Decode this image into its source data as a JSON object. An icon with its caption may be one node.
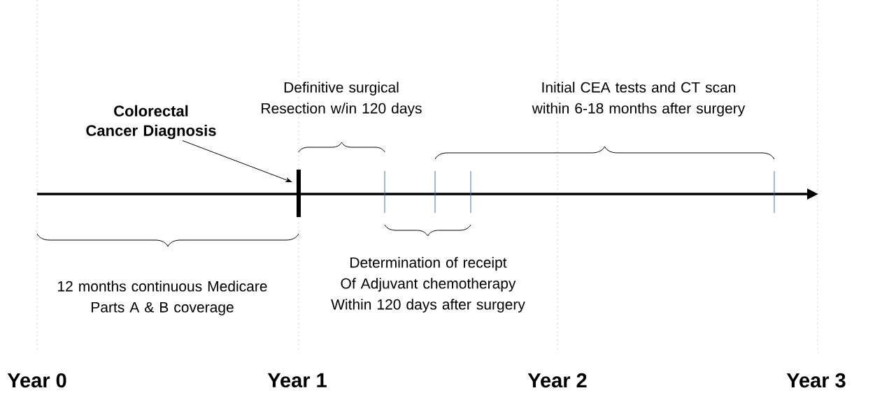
{
  "diagram": {
    "nodes": [
      {
        "text": [
          "**Colorectal Cancer Diagnosis**"
        ]
      },
      {
        "text": [],
        "shape": "bar"
      }
    ],
    "edges": [
      {
        "from": 0,
        "to": 1,
        "arrow": "to"
      }
    ],
    "labels": [
      "Definitive surgical Resection w/in 120 days",
      "Initial CEA tests and CT scan within 6-18 months after surgery",
      "12 months continuous Medicare Parts A & B coverage",
      "Determination of receipt Of Adjuvant chemotherapy Within 120 days after surgery",
      "Year 0",
      "Year 1",
      "Year 2",
      "Year 3"
    ]
  }
}
